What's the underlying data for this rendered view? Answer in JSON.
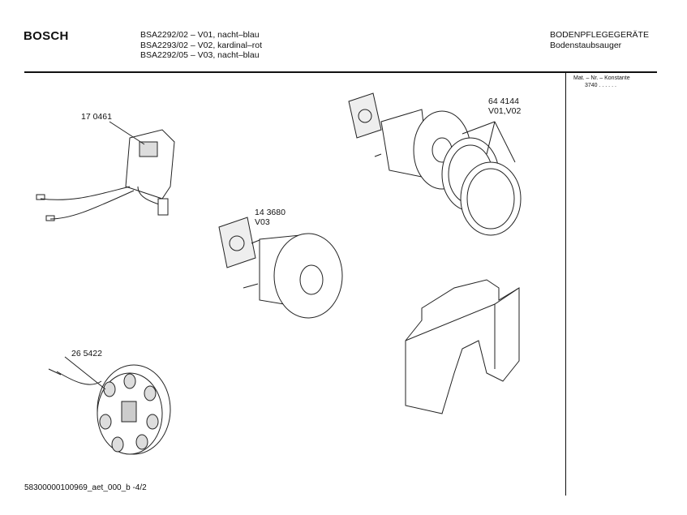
{
  "header": {
    "brand": "BOSCH",
    "models": [
      "BSA2292/02 – V01, nacht–blau",
      "BSA2293/02 – V02, kardinal–rot",
      "BSA2292/05 – V03, nacht–blau"
    ],
    "category": "BODENPFLEGEGERÄTE",
    "subcategory": "Bodenstaubsauger"
  },
  "side": {
    "label": "Mat. – Nr. – Konstante",
    "value": "3740 . .   . . . ."
  },
  "parts": [
    {
      "number": "17 0461"
    },
    {
      "number": "64 4144",
      "variant": "V01,V02"
    },
    {
      "number": "14 3680",
      "variant": "V03"
    },
    {
      "number": "26 5422"
    }
  ],
  "footer": "58300000100969_aet_000_b -4/2"
}
